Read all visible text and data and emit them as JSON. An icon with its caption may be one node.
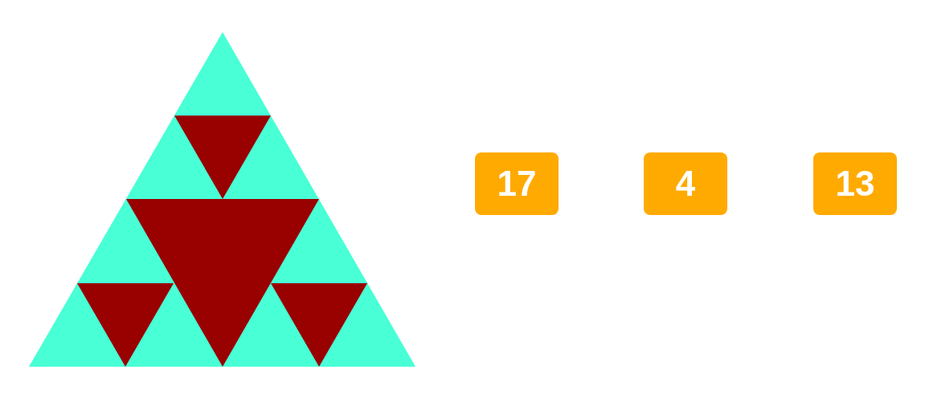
{
  "diagram": {
    "nodes": [
      {
        "text": [
          "17"
        ]
      },
      {
        "text": [
          "4"
        ]
      },
      {
        "text": [
          "13"
        ]
      }
    ]
  }
}
